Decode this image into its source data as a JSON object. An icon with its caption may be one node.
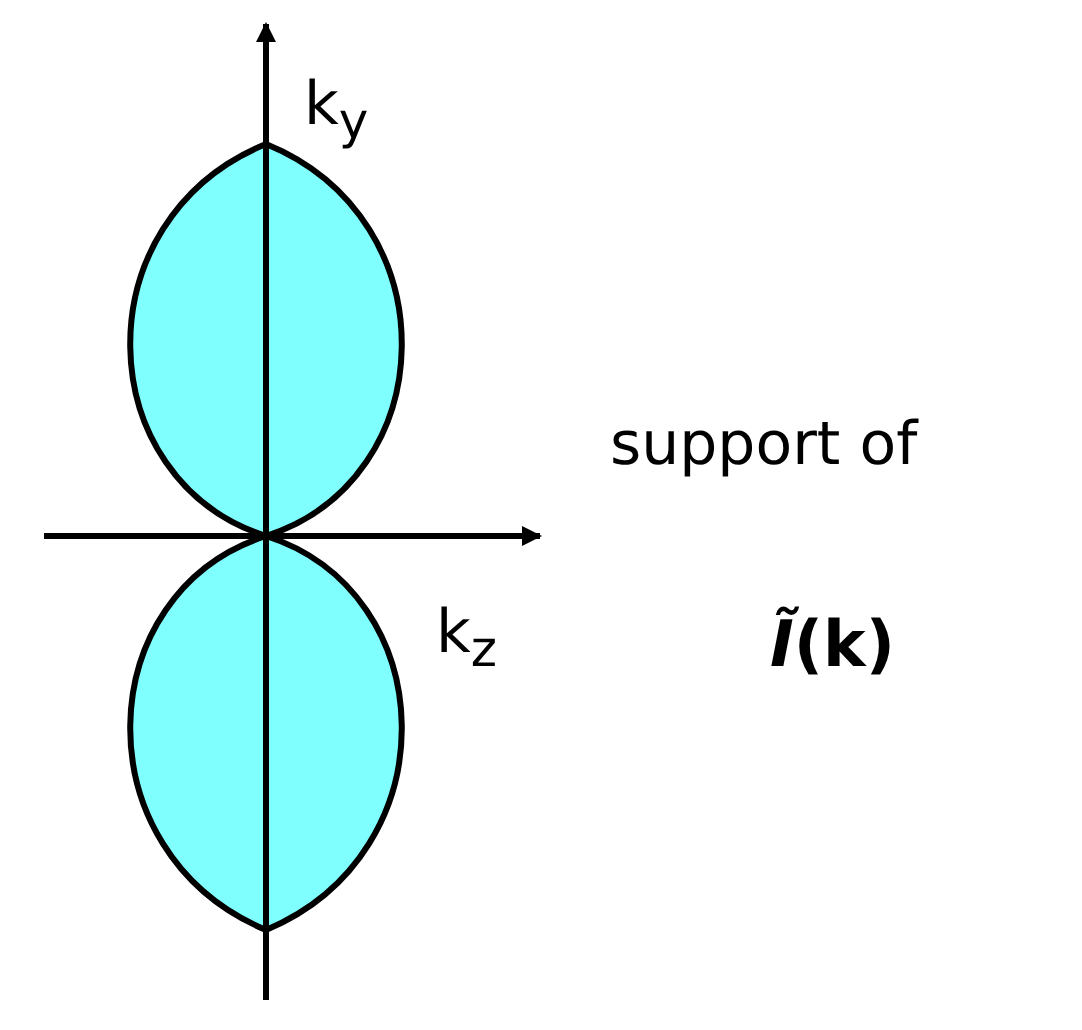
{
  "diagram": {
    "labels": [
      "k$_{y}$",
      "k$_{z}$",
      "support of",
      "*Ĩ*(**k**)"
    ]
  }
}
